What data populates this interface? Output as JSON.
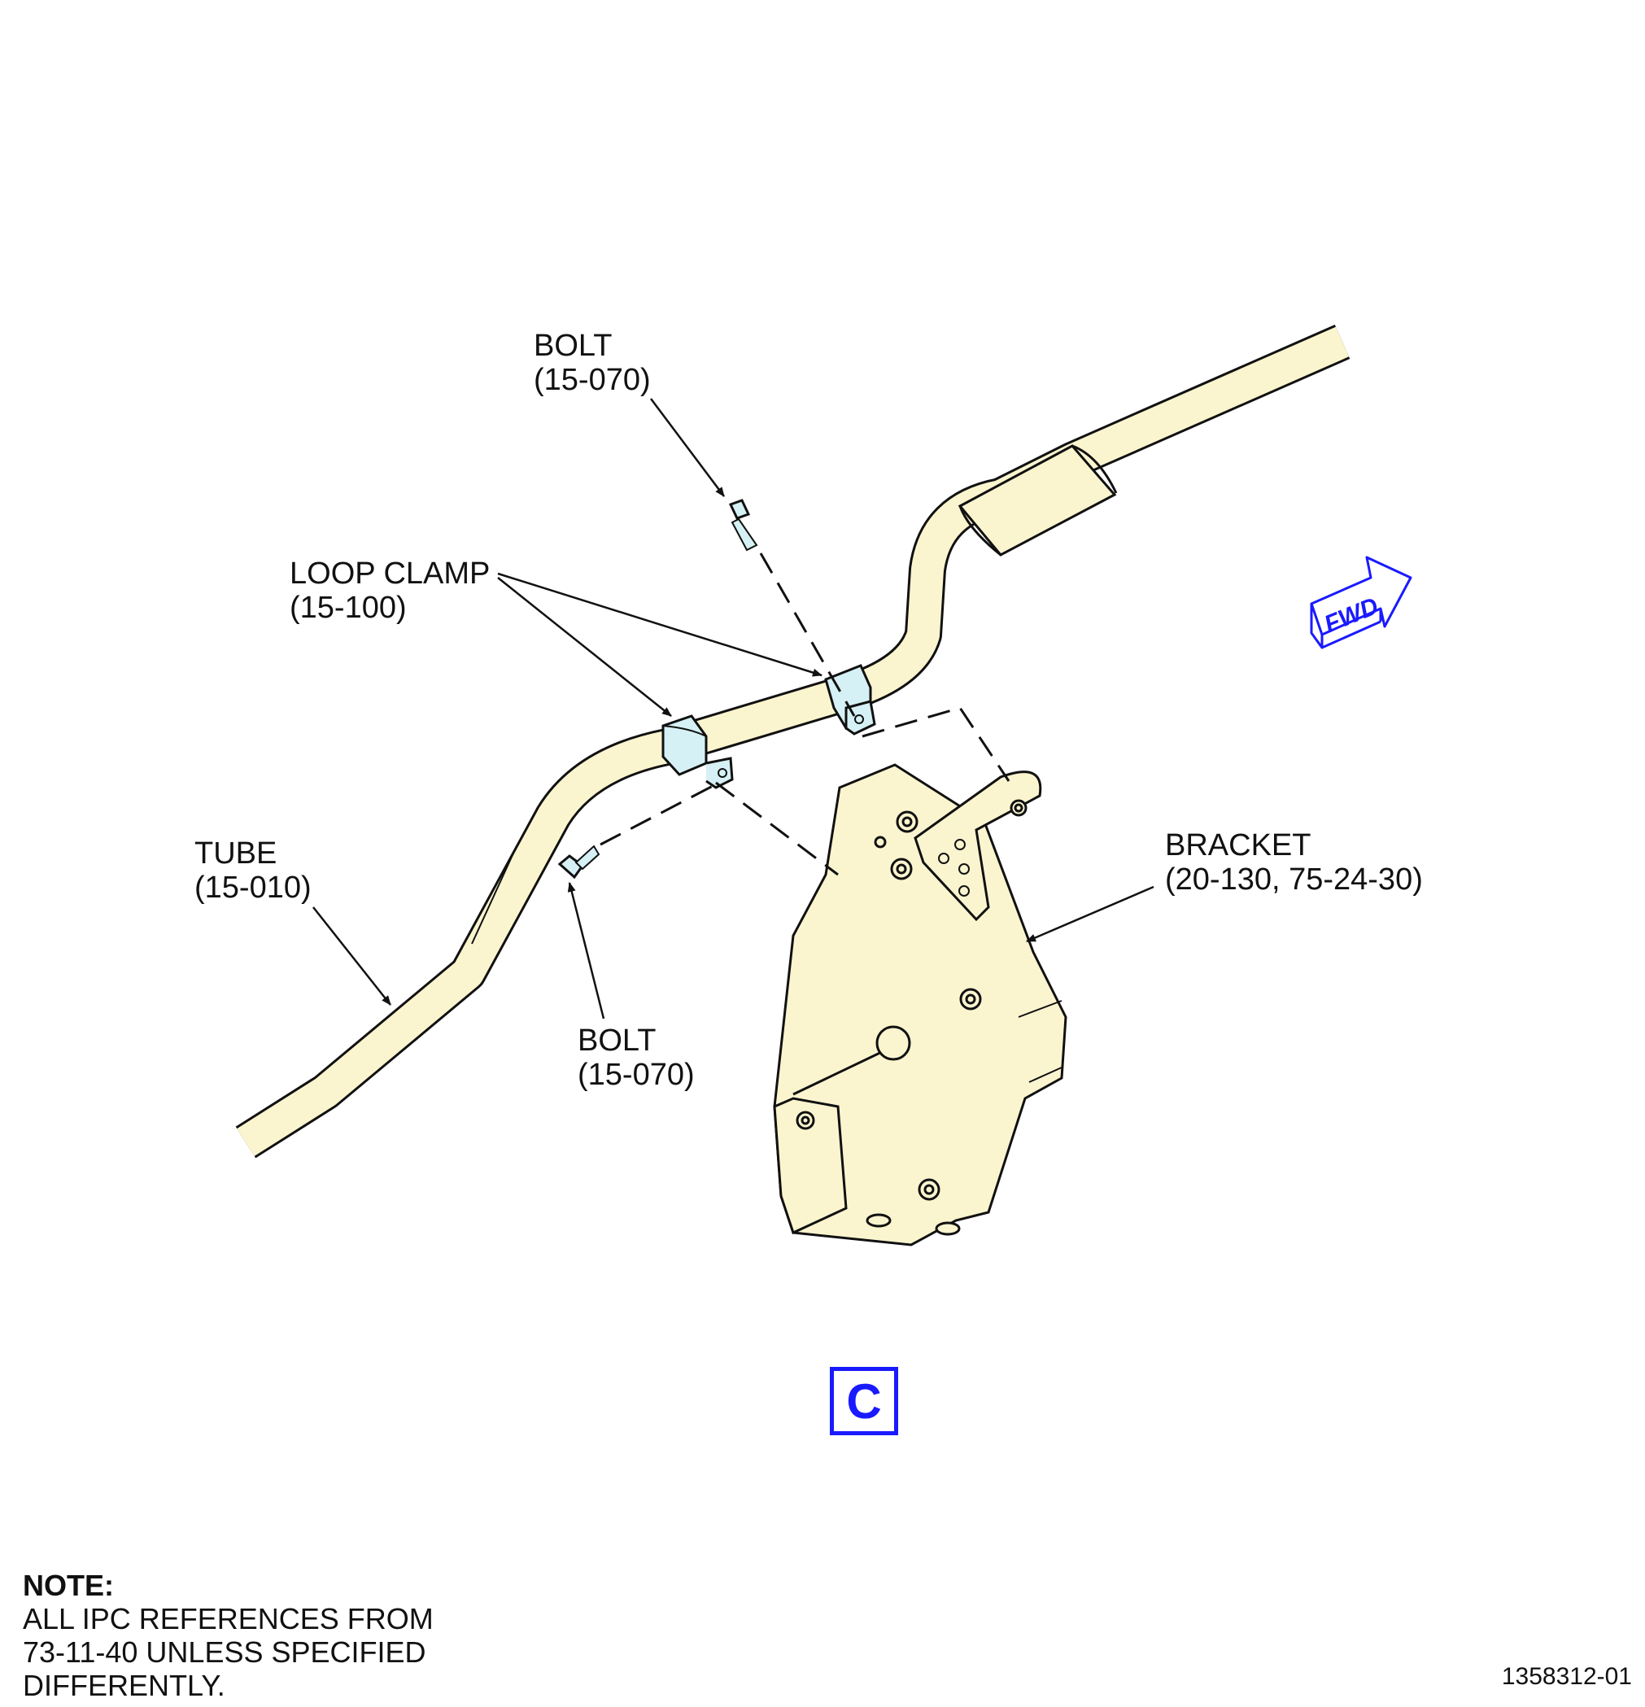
{
  "callouts": {
    "bolt_top": {
      "name": "BOLT",
      "ref": "(15-070)"
    },
    "loop_clamp": {
      "name": "LOOP CLAMP",
      "ref": "(15-100)"
    },
    "tube": {
      "name": "TUBE",
      "ref": "(15-010)"
    },
    "bolt_bottom": {
      "name": "BOLT",
      "ref": "(15-070)"
    },
    "bracket": {
      "name": "BRACKET",
      "ref": "(20-130, 75-24-30)"
    }
  },
  "direction_arrow": {
    "label": "FWD"
  },
  "view_label": "C",
  "note": {
    "title": "NOTE:",
    "lines": [
      "ALL IPC REFERENCES FROM",
      "73-11-40 UNLESS SPECIFIED",
      "DIFFERENTLY."
    ]
  },
  "figure_number": "1358312-01",
  "colors": {
    "part_fill": "#fbf5cf",
    "clamp_fill": "#d6f1f5",
    "outline": "#111111",
    "accent_blue": "#1a1aff"
  }
}
